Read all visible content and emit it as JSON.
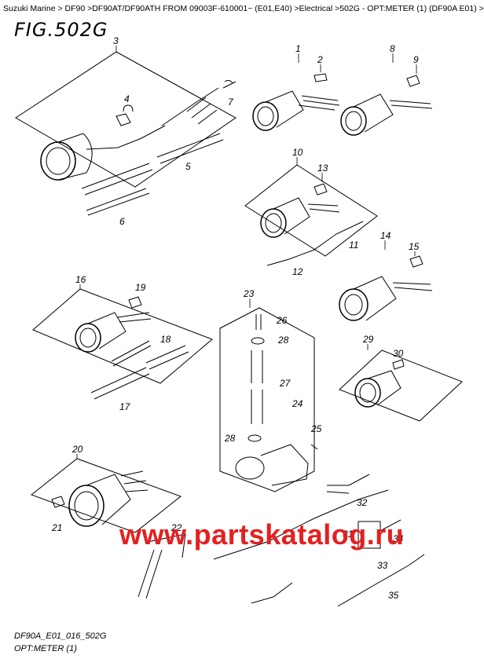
{
  "breadcrumb": "Suzuki Marine > DF90 >DF90AT/DF90ATH FROM 09003F-610001~ (E01,E40) >Electrical >502G - OPT:METER (1) (DF90A E01) >",
  "figure_title": "FIG.502G",
  "footer_code": "DF90A_E01_016_502G",
  "footer_name": "OPT:METER (1)",
  "watermark": "www.partskatalog.ru",
  "callouts": [
    "1",
    "2",
    "3",
    "4",
    "5",
    "6",
    "7",
    "8",
    "9",
    "10",
    "11",
    "12",
    "13",
    "14",
    "15",
    "16",
    "17",
    "18",
    "19",
    "20",
    "21",
    "22",
    "23",
    "24",
    "25",
    "26",
    "27",
    "28",
    "28",
    "29",
    "30",
    "31",
    "32",
    "33",
    "34",
    "35"
  ],
  "colors": {
    "watermark": "#e5201f",
    "line": "#000000"
  }
}
